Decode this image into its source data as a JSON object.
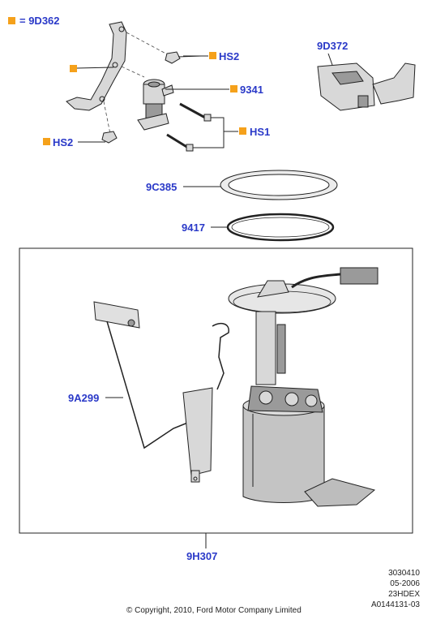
{
  "legend": {
    "marker_label": "= 9D362"
  },
  "callouts": {
    "bracket_marker": "",
    "hs2_top": "HS2",
    "p9341": "9341",
    "hs1": "HS1",
    "hs2_bottom": "HS2",
    "p9d372": "9D372",
    "p9c385": "9C385",
    "p9417": "9417",
    "p9a299": "9A299",
    "p9h307": "9H307"
  },
  "footer": {
    "code1": "3030410",
    "date": "05-2006",
    "code2": "23HDEX",
    "code3": "A0144131-03",
    "copyright": "© Copyright, 2010, Ford Motor Company Limited"
  },
  "colors": {
    "marker": "#f5a11b",
    "label": "#2a39c8",
    "line": "#222222"
  }
}
